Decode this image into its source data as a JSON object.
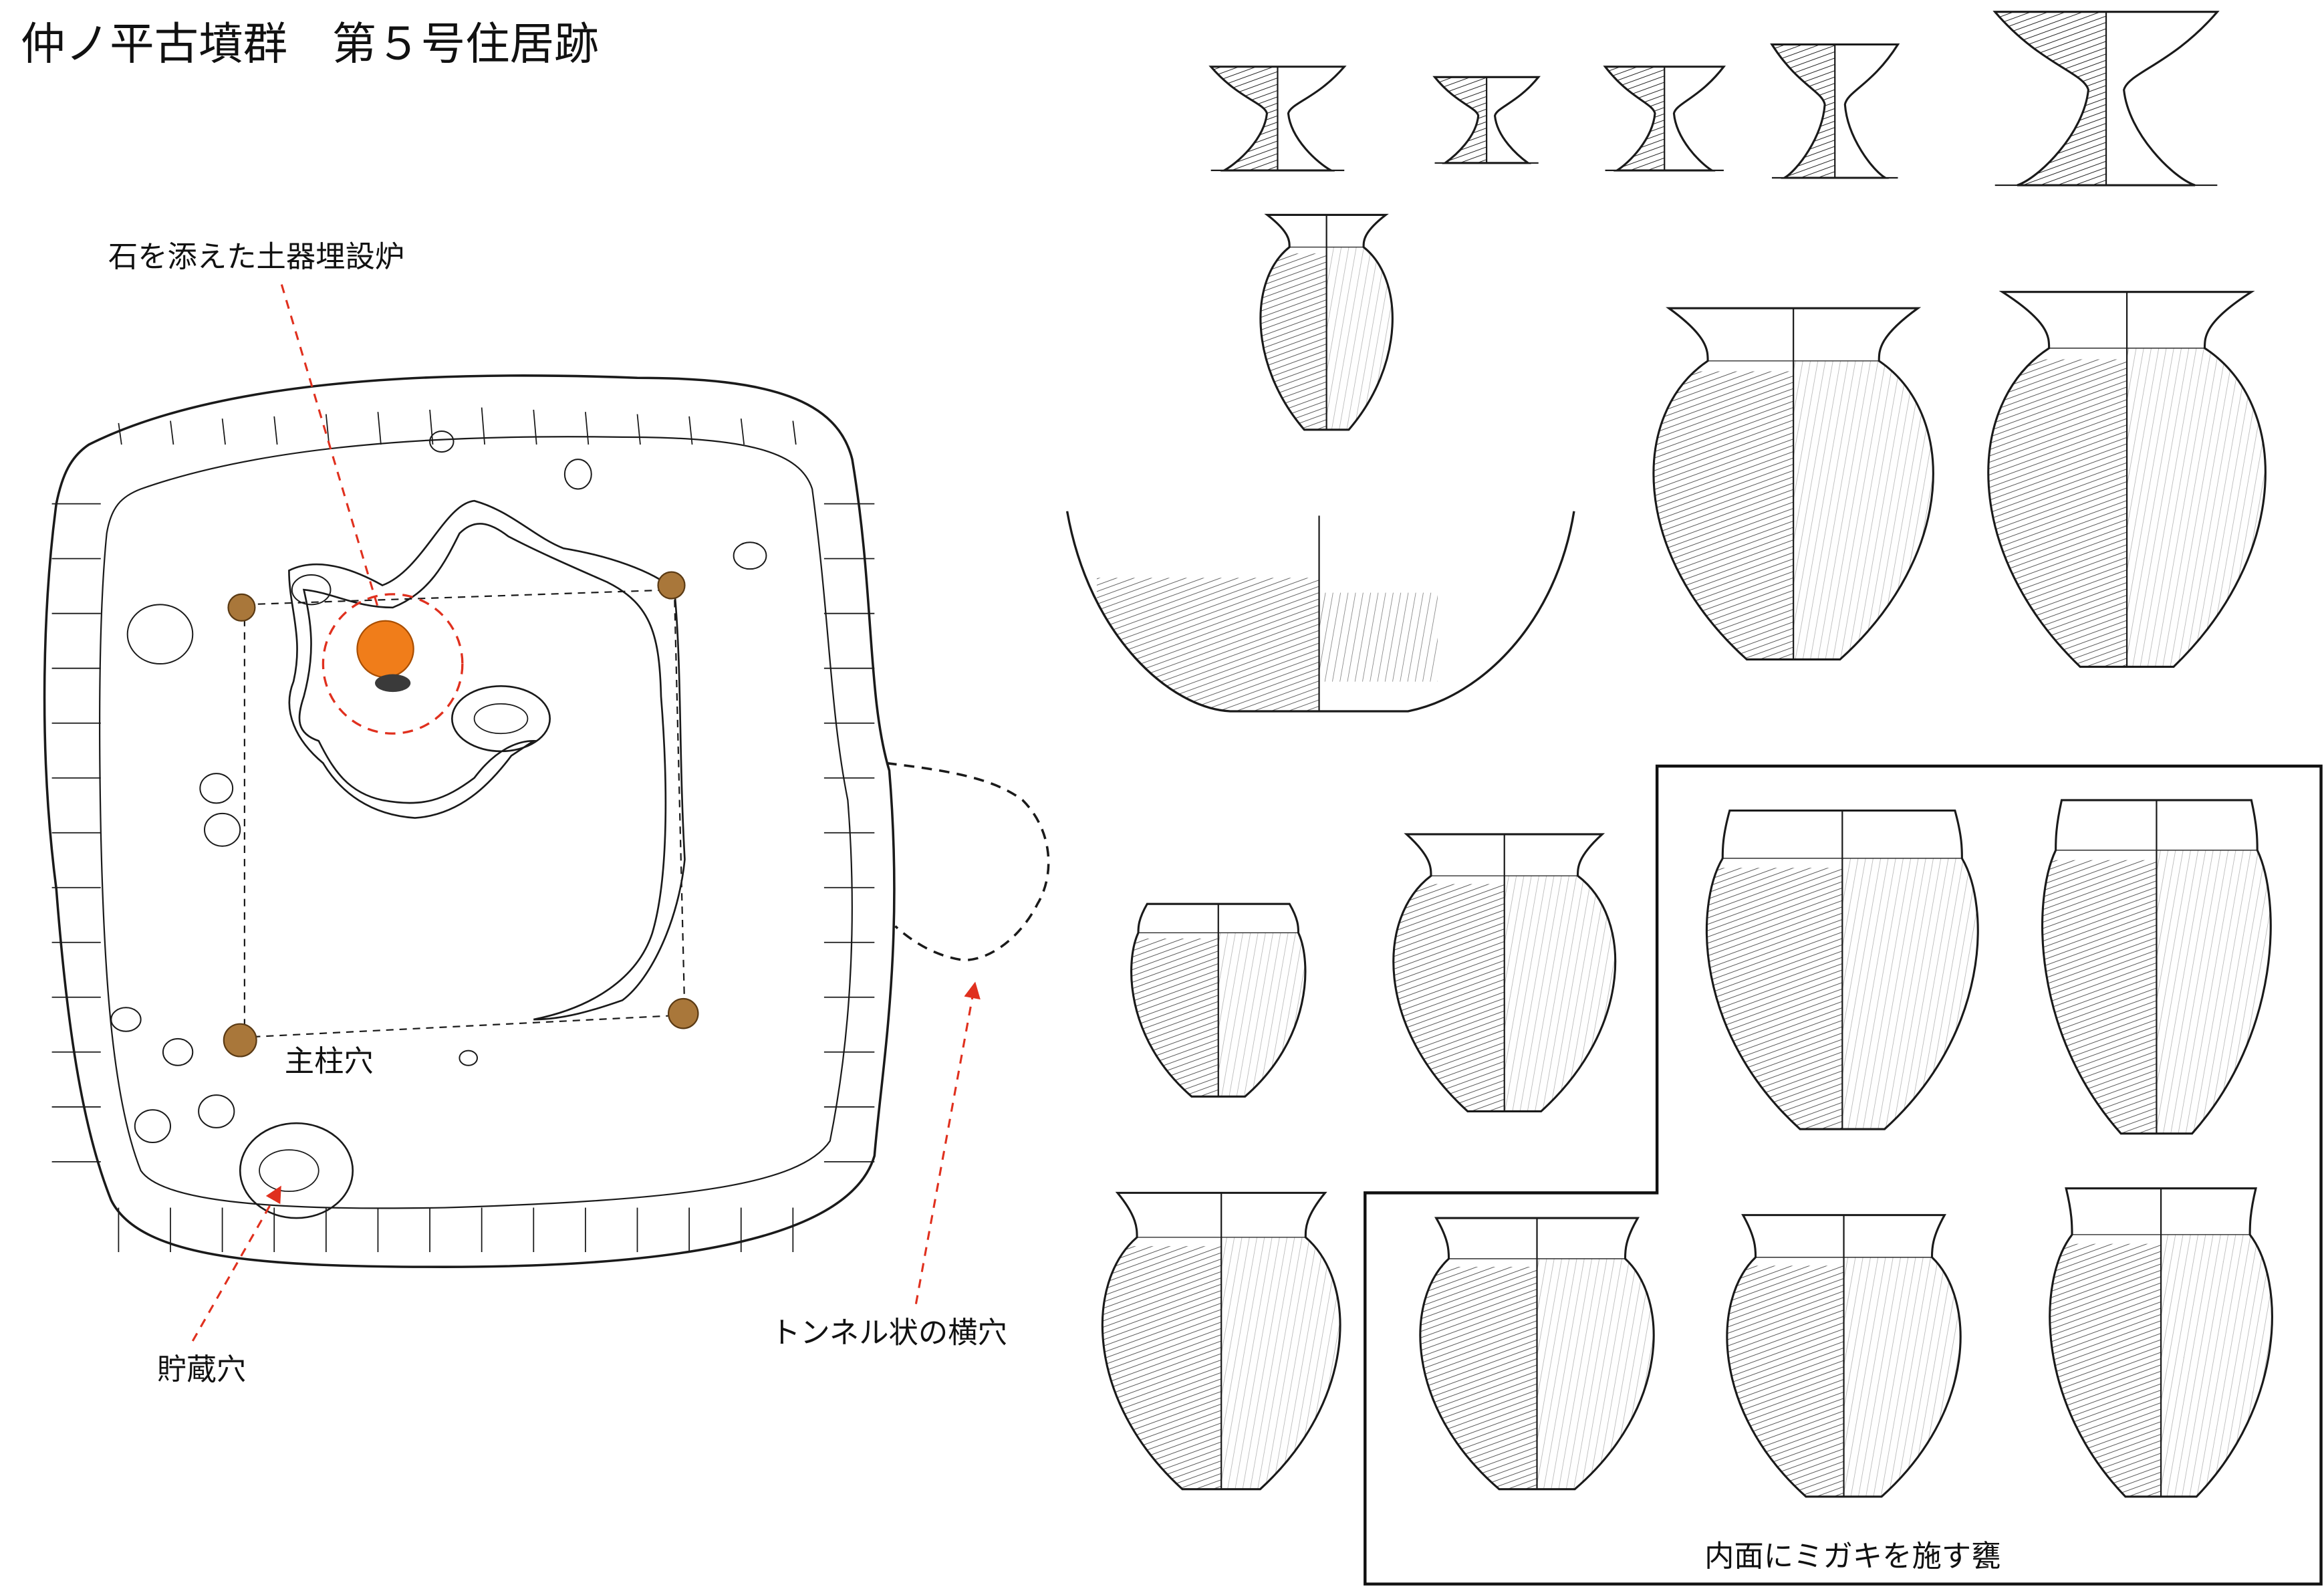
{
  "title": "仲ノ平古墳群　第５号住居跡",
  "labels": {
    "hearth": "石を添えた土器埋設炉",
    "main_pillar_hole": "主柱穴",
    "storage_pit": "貯蔵穴",
    "tunnel": "トンネル状の横穴",
    "polished_jars": "内面にミガキを施す甕"
  },
  "colors": {
    "hearth_stone": "#f07d1a",
    "post_hole": "#a9773a",
    "leader_line": "#e0301e",
    "ink": "#1a1a1a"
  }
}
